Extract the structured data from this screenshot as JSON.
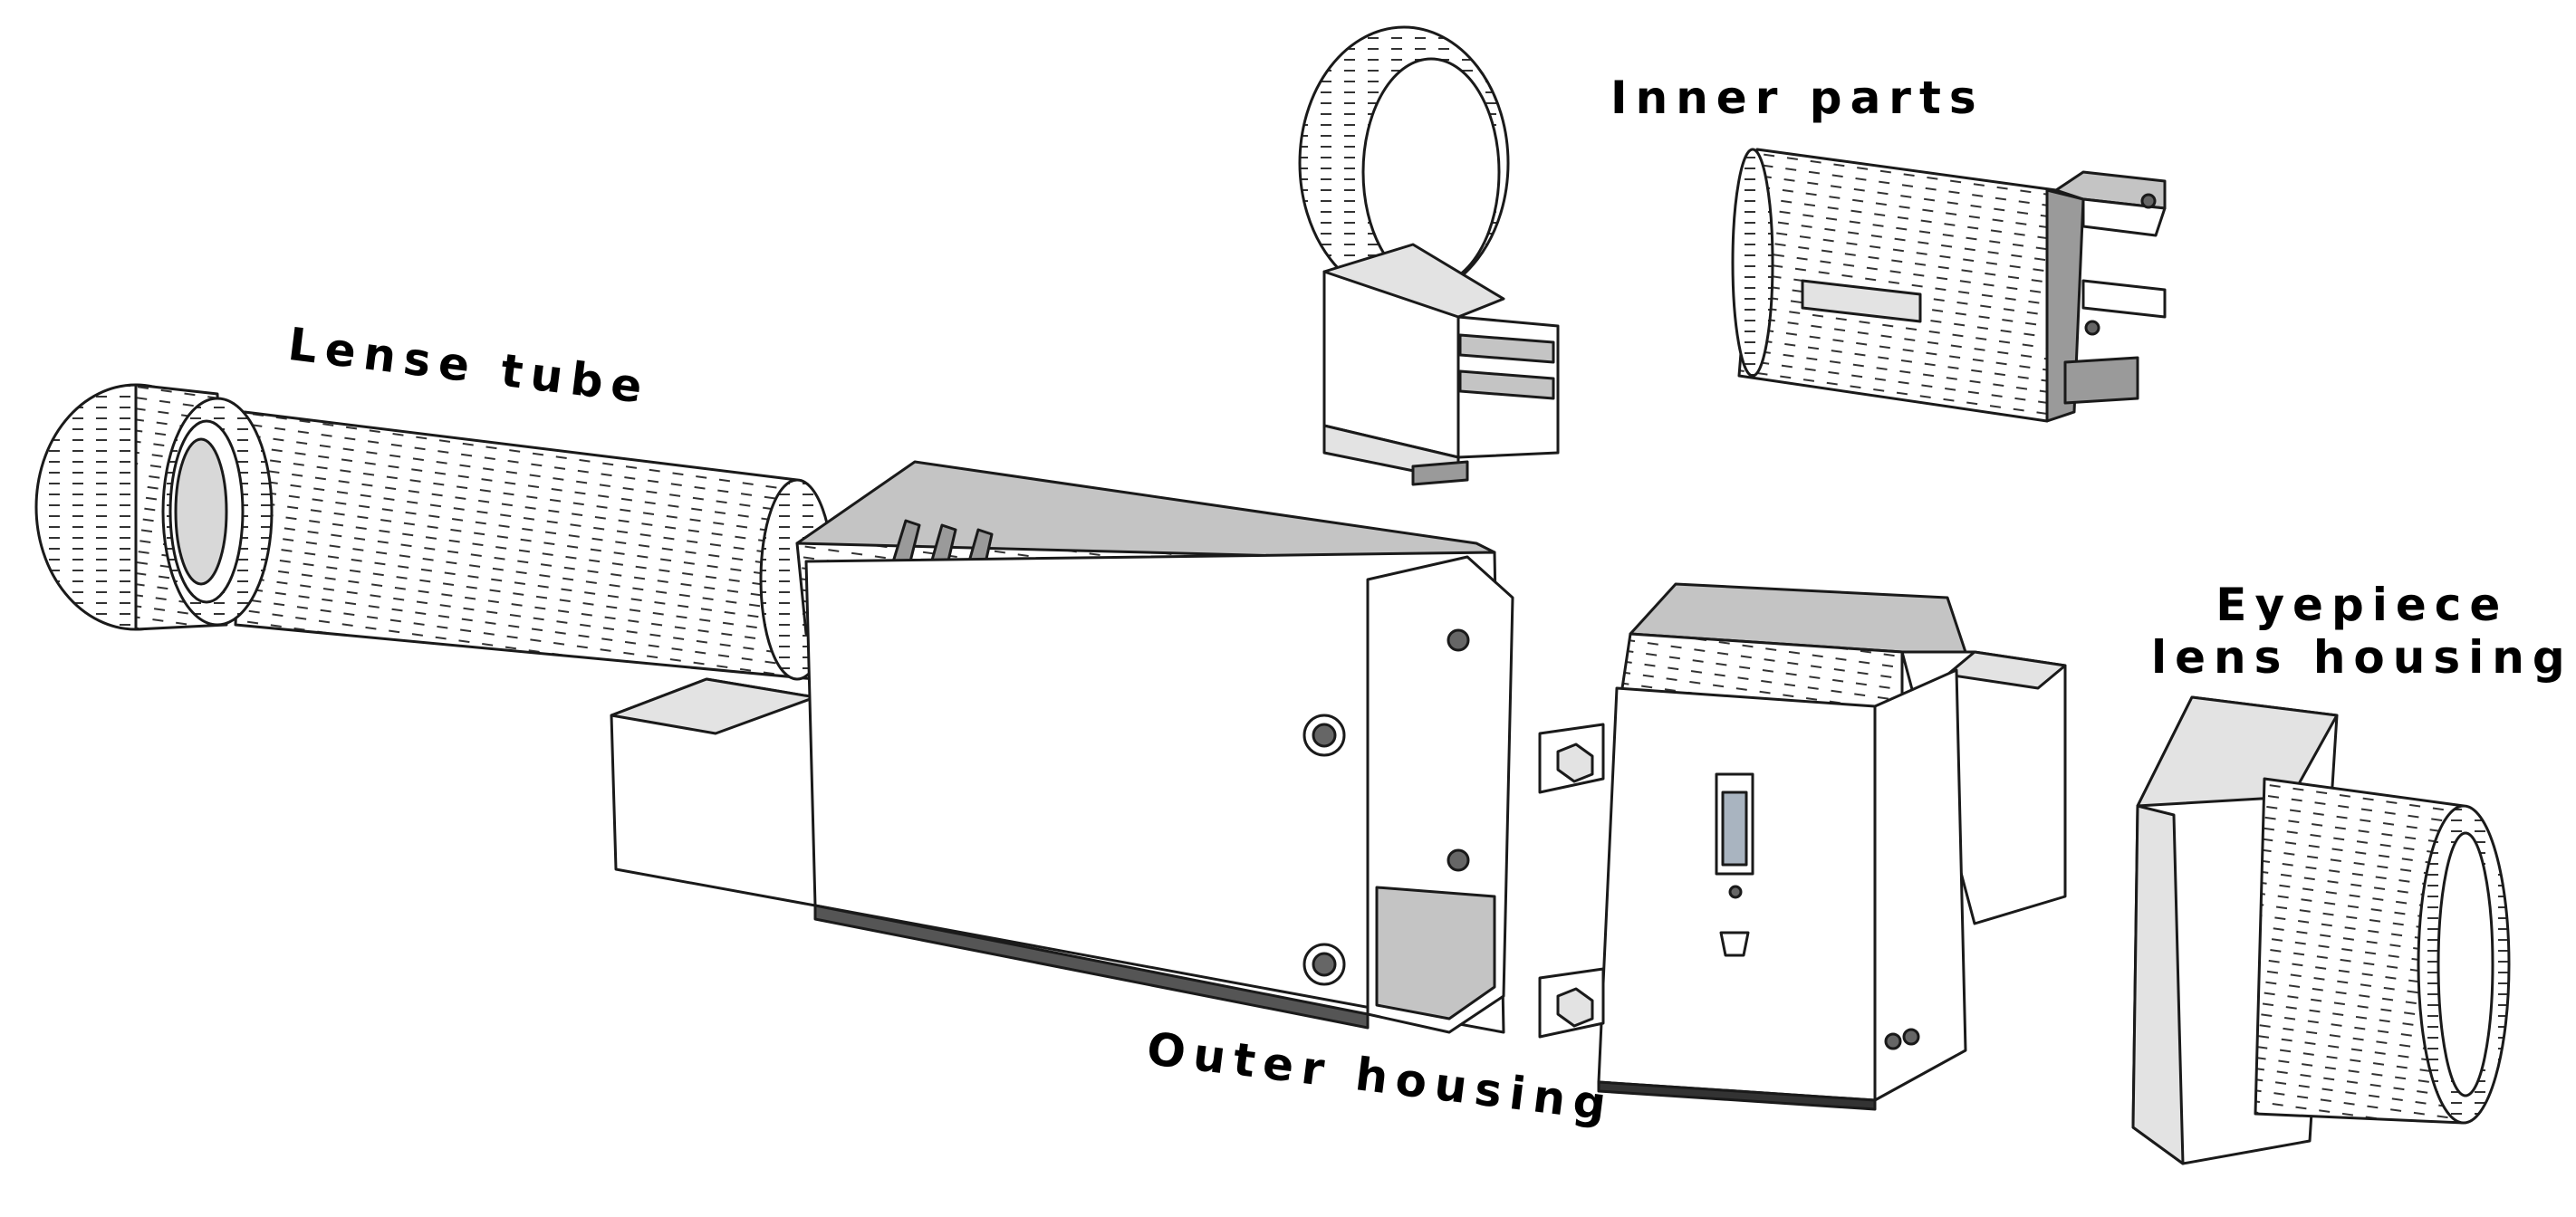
{
  "labels": {
    "lense_tube": "Lense tube",
    "inner_parts": "Inner parts",
    "outer_housing": "Outer housing",
    "eyepiece_line1": "Eyepiece",
    "eyepiece_line2": "lens housing"
  },
  "colors": {
    "body": "#ffffff",
    "outline": "#1a1a1a",
    "shade_light": "#e3e3e3",
    "shade_mid": "#c4c4c4",
    "shade_dark": "#9a9a9a",
    "window": "#a9b4c0"
  }
}
